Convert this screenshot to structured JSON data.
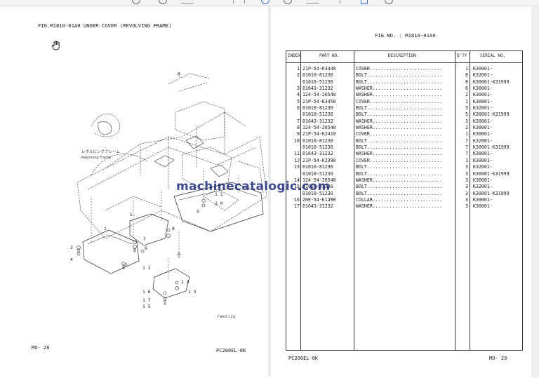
{
  "left_page": {
    "fig_title": "FIG.M1810-01A0  UNDER COVER (REVOLVING FRAME)",
    "page_no": "MO-  28",
    "model": "PC200EL-6K",
    "drawing_code": "FWK8120",
    "callouts": [
      "1",
      "2",
      "3",
      "4",
      "5",
      "6",
      "7",
      "8",
      "9",
      "10",
      "11",
      "12",
      "13",
      "14",
      "15",
      "16",
      "17"
    ],
    "frame_label_jp": "レボルビングフレーム",
    "frame_label_en": "Revolving Frame"
  },
  "right_page": {
    "fig_no": "FIG NO.  : M1810-01A0",
    "headers": {
      "index": "INDEX",
      "part_no": "PART NO.",
      "description": "DESCRIPTION",
      "qty": "Q'TY",
      "serial": "SERIAL NO."
    },
    "rows": [
      {
        "index": "1",
        "part": "21P-54-K3440",
        "desc": "COVER..........................",
        "qty": "1",
        "serial": "K30001-"
      },
      {
        "index": "2",
        "part": "01010-81230",
        "desc": "BOLT...........................",
        "qty": "8",
        "serial": "K32001-"
      },
      {
        "index": "",
        "part": "01010-51230",
        "desc": "BOLT...........................",
        "qty": "8",
        "serial": "K30001-K31999"
      },
      {
        "index": "3",
        "part": "01643-31232",
        "desc": "WASHER.........................",
        "qty": "6",
        "serial": "K30001-"
      },
      {
        "index": "4",
        "part": "124-54-26540",
        "desc": "WASHER.........................",
        "qty": "2",
        "serial": "K30001-"
      },
      {
        "index": "5",
        "part": "21P-54-K3450",
        "desc": "COVER..........................",
        "qty": "1",
        "serial": "K30001-"
      },
      {
        "index": "6",
        "part": "01010-81230",
        "desc": "BOLT...........................",
        "qty": "5",
        "serial": "K32001-"
      },
      {
        "index": "",
        "part": "01010-51230",
        "desc": "BOLT...........................",
        "qty": "5",
        "serial": "K30001-K31999"
      },
      {
        "index": "7",
        "part": "01643-31232",
        "desc": "WASHER.........................",
        "qty": "3",
        "serial": "K30001-"
      },
      {
        "index": "8",
        "part": "124-54-26540",
        "desc": "WASHER.........................",
        "qty": "2",
        "serial": "K30001-"
      },
      {
        "index": "9",
        "part": "21P-54-K2410",
        "desc": "COVER..........................",
        "qty": "1",
        "serial": "K30001-"
      },
      {
        "index": "10",
        "part": "01010-81230",
        "desc": "BOLT...........................",
        "qty": "7",
        "serial": "K32001-"
      },
      {
        "index": "",
        "part": "01010-51230",
        "desc": "BOLT...........................",
        "qty": "7",
        "serial": "K30001-K31999"
      },
      {
        "index": "11",
        "part": "01643-31232",
        "desc": "WASHER.........................",
        "qty": "7",
        "serial": "K30001-"
      },
      {
        "index": "12",
        "part": "21P-54-K2390",
        "desc": "COVER..........................",
        "qty": "1",
        "serial": "K30001-"
      },
      {
        "index": "13",
        "part": "01010-81230",
        "desc": "BOLT...........................",
        "qty": "3",
        "serial": "K32001-"
      },
      {
        "index": "",
        "part": "01010-51230",
        "desc": "BOLT...........................",
        "qty": "3",
        "serial": "K30001-K31999"
      },
      {
        "index": "14",
        "part": "124-54-26540",
        "desc": "WASHER.........................",
        "qty": "3",
        "serial": "K30001-"
      },
      {
        "index": "15",
        "part": "01010-81230",
        "desc": "BOLT...........................",
        "qty": "3",
        "serial": "K32001-"
      },
      {
        "index": "",
        "part": "01010-51230",
        "desc": "BOLT...........................",
        "qty": "3",
        "serial": "K30001-K31999"
      },
      {
        "index": "16",
        "part": "20E-54-K1490",
        "desc": "COLLAR.........................",
        "qty": "3",
        "serial": "K30001-"
      },
      {
        "index": "17",
        "part": "01643-31232",
        "desc": "WASHER.........................",
        "qty": "3",
        "serial": "K30001-"
      }
    ],
    "model": "PC200EL-6K",
    "page_no": "MO-  29"
  },
  "watermark": "machinecatalogic.com",
  "icons": [
    "hand-cursor-icon"
  ]
}
